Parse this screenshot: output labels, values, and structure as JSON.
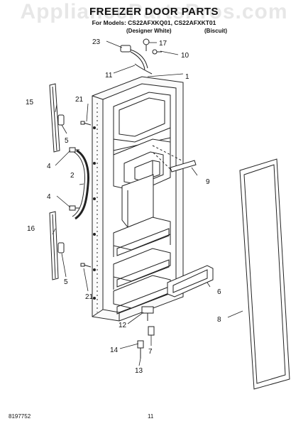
{
  "watermark": "AppliancePartsPros.com",
  "header": {
    "title": "FREEZER DOOR PARTS",
    "models": "For Models: CS22AFXKQ01, CS22AFXKT01",
    "variant_1": "(Designer White)",
    "variant_2": "(Biscuit)"
  },
  "callouts": {
    "c1": "1",
    "c2": "2",
    "c4a": "4",
    "c4b": "4",
    "c5a": "5",
    "c5b": "5",
    "c6": "6",
    "c7": "7",
    "c8": "8",
    "c9": "9",
    "c10": "10",
    "c11": "11",
    "c12": "12",
    "c13": "13",
    "c14": "14",
    "c15": "15",
    "c16": "16",
    "c17": "17",
    "c21a": "21",
    "c21b": "21",
    "c23": "23"
  },
  "footer": {
    "part_number": "8197752",
    "page_number": "11"
  }
}
